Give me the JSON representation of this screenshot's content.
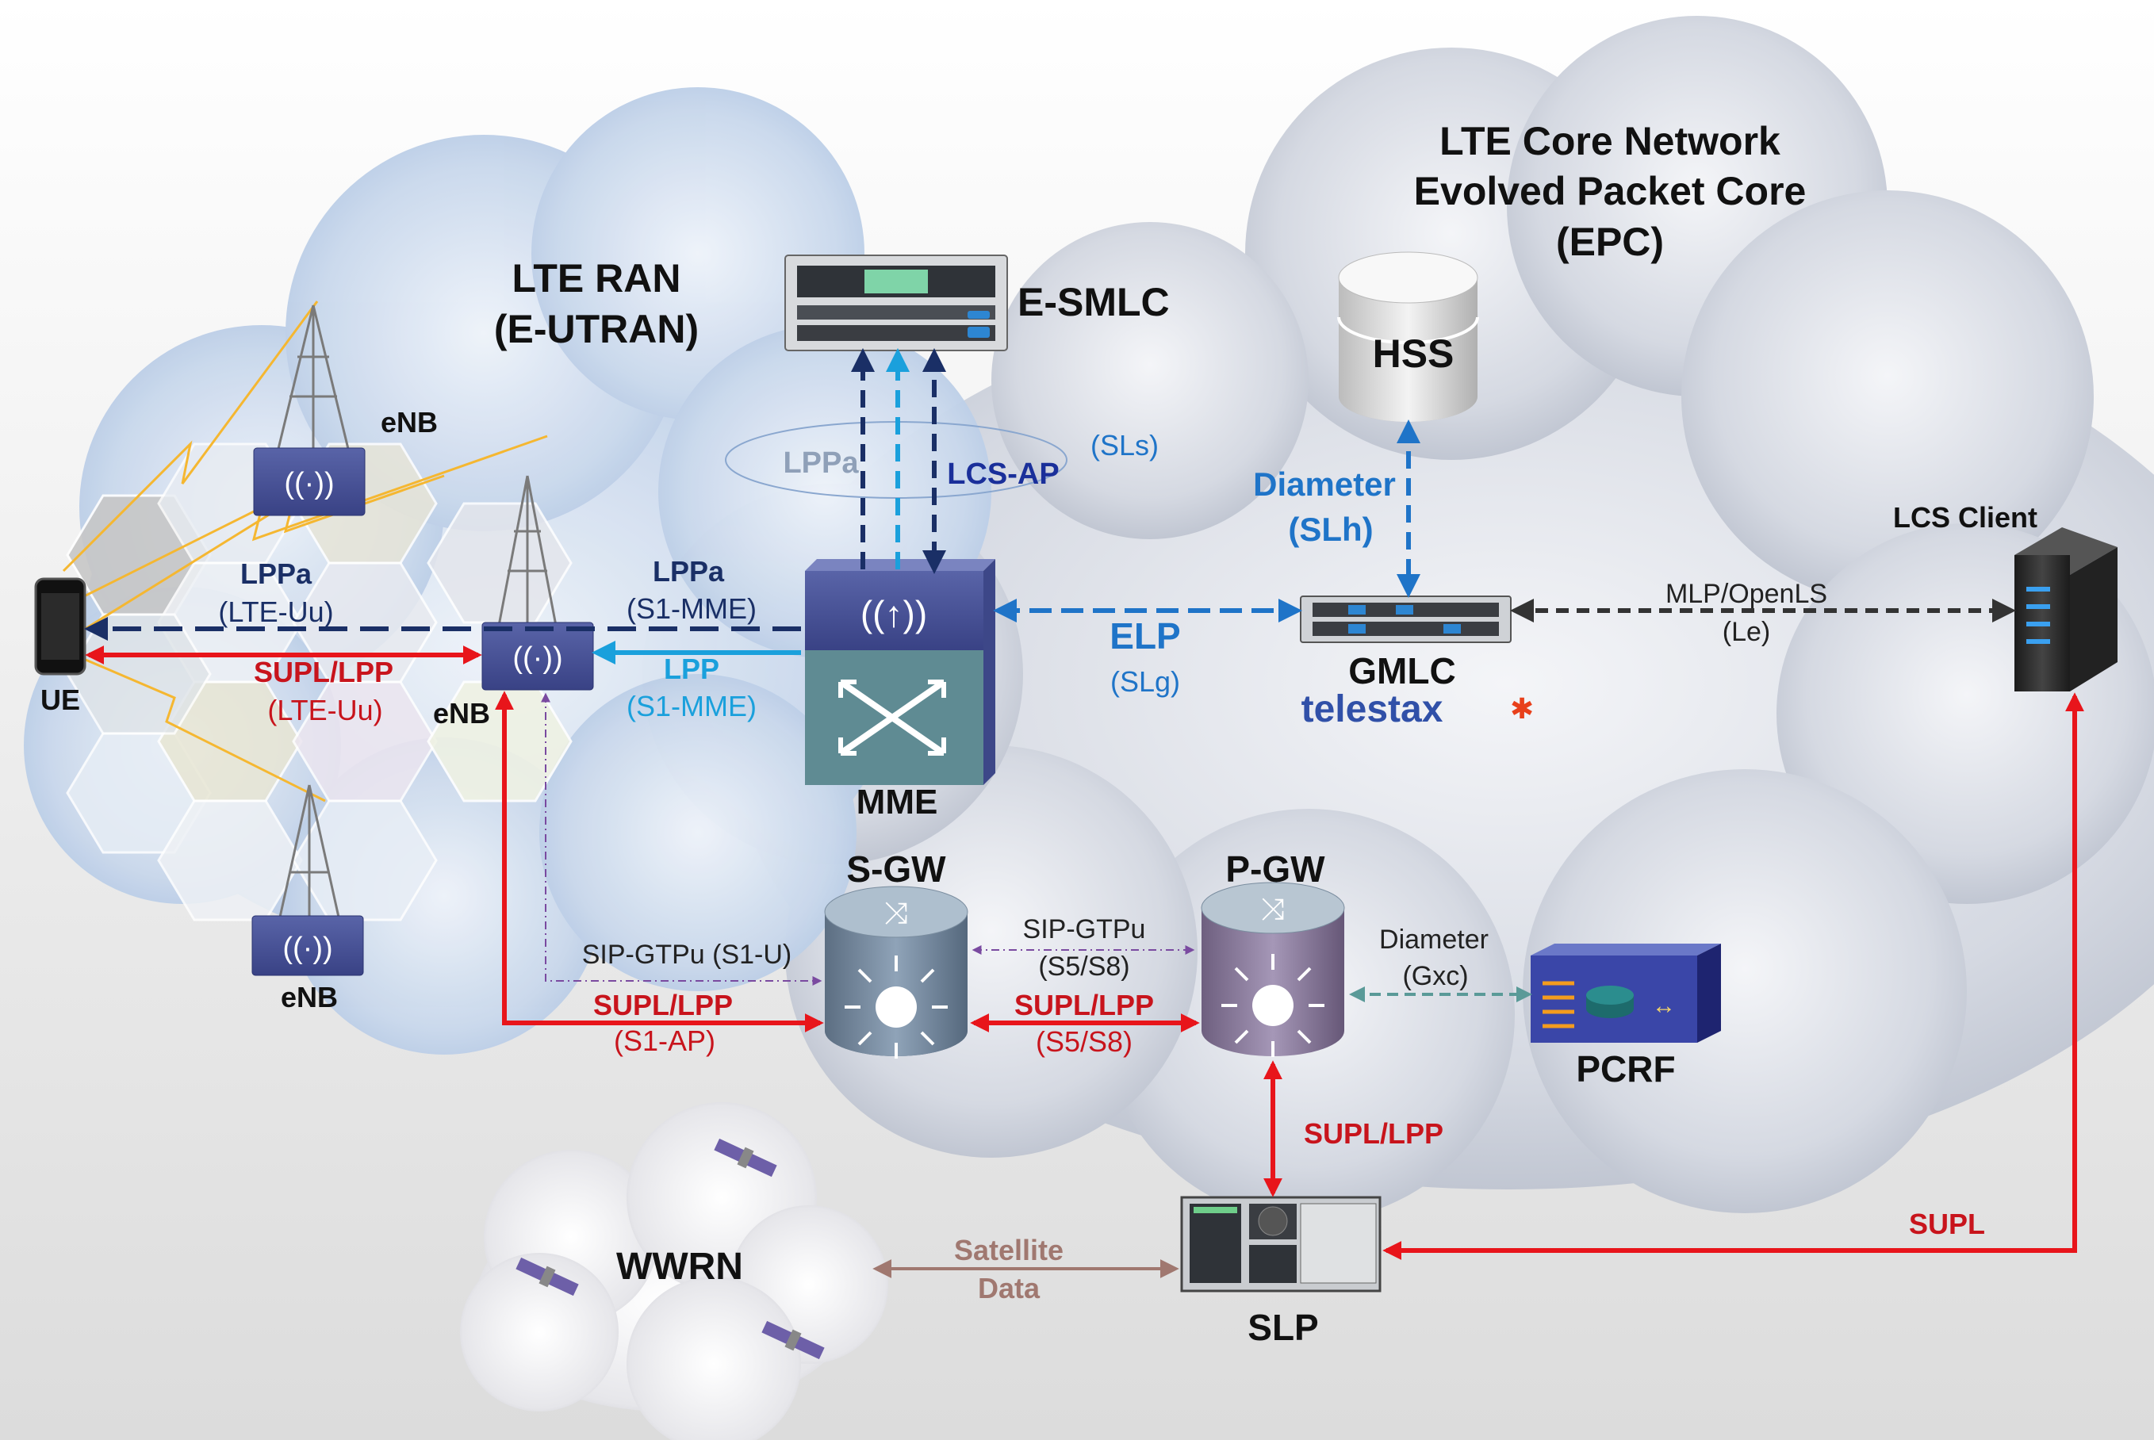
{
  "titles": {
    "core_line1": "LTE Core Network",
    "core_line2": "Evolved Packet Core",
    "core_line3": "(EPC)",
    "ran_line1": "LTE RAN",
    "ran_line2": "(E-UTRAN)"
  },
  "nodes": {
    "esmlc": "E-SMLC",
    "hss": "HSS",
    "mme": "MME",
    "gmlc": "GMLC",
    "gmlc_brand": "telestax",
    "lcs_client": "LCS Client",
    "sgw": "S-GW",
    "pgw": "P-GW",
    "pcrf": "PCRF",
    "slp": "SLP",
    "wwrn": "WWRN",
    "ue": "UE",
    "enb_top": "eNB",
    "enb_mid": "eNB",
    "enb_bottom": "eNB"
  },
  "links": {
    "lppa_sls": "LPPa",
    "lcsap": "LCS-AP",
    "sls": "(SLs)",
    "diameter": "Diameter",
    "slh": "(SLh)",
    "elp": "ELP",
    "slg": "(SLg)",
    "mlp": "MLP/OpenLS",
    "le": "(Le)",
    "lppa_uu": "LPPa",
    "lte_uu_1": "(LTE-Uu)",
    "lppa_s1": "LPPa",
    "s1_mme_1": "(S1-MME)",
    "lpp_s1": "LPP",
    "s1_mme_2": "(S1-MME)",
    "supl_lpp_uu": "SUPL/LPP",
    "lte_uu_2": "(LTE-Uu)",
    "sip_gtpu_s1u": "SIP-GTPu (S1-U)",
    "supl_lpp_s1ap": "SUPL/LPP",
    "s1ap": "(S1-AP)",
    "sip_gtpu_s5": "SIP-GTPu",
    "s5s8_1": "(S5/S8)",
    "supl_lpp_s5": "SUPL/LPP",
    "s5s8_2": "(S5/S8)",
    "diameter_gxc": "Diameter",
    "gxc": "(Gxc)",
    "supl_lpp_slp": "SUPL/LPP",
    "supl": "SUPL",
    "satellite": "Satellite",
    "data": "Data"
  },
  "colors": {
    "red": "#e8151b",
    "navy": "#1a2f66",
    "lightblue": "#1aa0dc",
    "blue": "#1f74c8",
    "darkred_text": "#c8141c",
    "node_box": "#4a5698",
    "mme_body": "#5f8b93",
    "brown": "#a07870"
  },
  "icons": [
    "cell-tower-icon",
    "smartphone-icon",
    "router-icon",
    "switch-icon",
    "server-rack-icon",
    "database-icon",
    "satellite-icon",
    "cloud-icon"
  ]
}
